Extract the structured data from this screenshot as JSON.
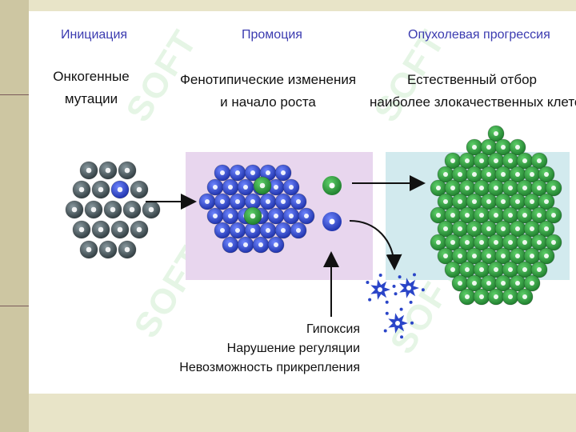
{
  "stages": {
    "initiation": {
      "title": "Инициация",
      "caption_lines": [
        "Онкогенные",
        "мутации"
      ]
    },
    "promotion": {
      "title": "Промоция",
      "caption_lines": [
        "Фенотипические изменения",
        "и начало роста"
      ]
    },
    "progression": {
      "title": "Опухолевая прогрессия",
      "caption_lines": [
        "Естественный  отбор",
        "наиболее злокачественных клеток"
      ]
    }
  },
  "factors": [
    "Гипоксия",
    "Нарушение регуляции",
    "Невозможность прикрепления"
  ],
  "watermark": "SOFT",
  "colors": {
    "normal_cell": "#3d4a4e",
    "mutant_cell": "#2a3fc0",
    "selected_cell": "#2e9a3e",
    "promotion_bg": "#e8d6ee",
    "progression_bg": "#d2eaee",
    "stage_title": "#3b3bb0"
  }
}
